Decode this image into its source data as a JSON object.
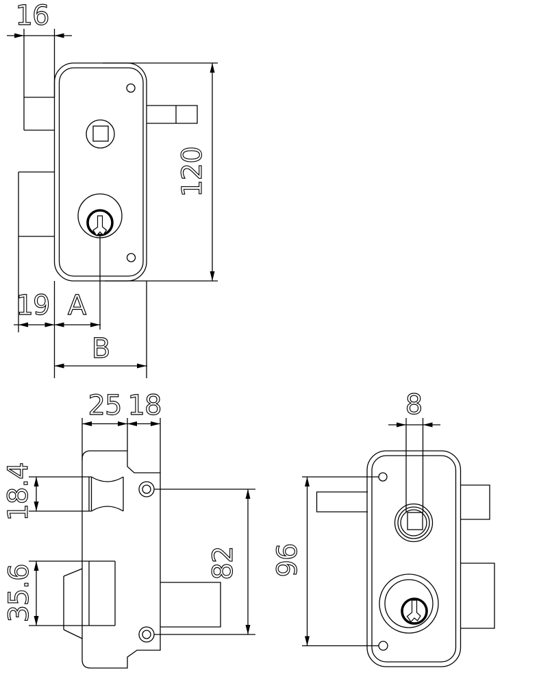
{
  "drawing": {
    "type": "technical-drawing",
    "subject": "vertical rim lock - three orthographic views",
    "colors": {
      "line": "#000000",
      "background": "#ffffff"
    },
    "views": {
      "front": "front elevation with latch, spindle hole and cylinder",
      "side": "side elevation with latch spool, deadbolt and screw posts",
      "back": "rear elevation with bolts projecting and cylinder rose"
    }
  },
  "labels": {
    "front_tab_width": "16",
    "front_height": "120",
    "front_tab2_width": "19",
    "front_cylinder_offset": "A",
    "front_body_width": "B",
    "side_body_depth": "25",
    "side_faceplate_depth": "18",
    "side_latch_height": "18.4",
    "side_deadbolt_height": "35.6",
    "side_screw_spacing": "82",
    "back_spindle_square": "8",
    "back_screw_spacing": "96"
  }
}
